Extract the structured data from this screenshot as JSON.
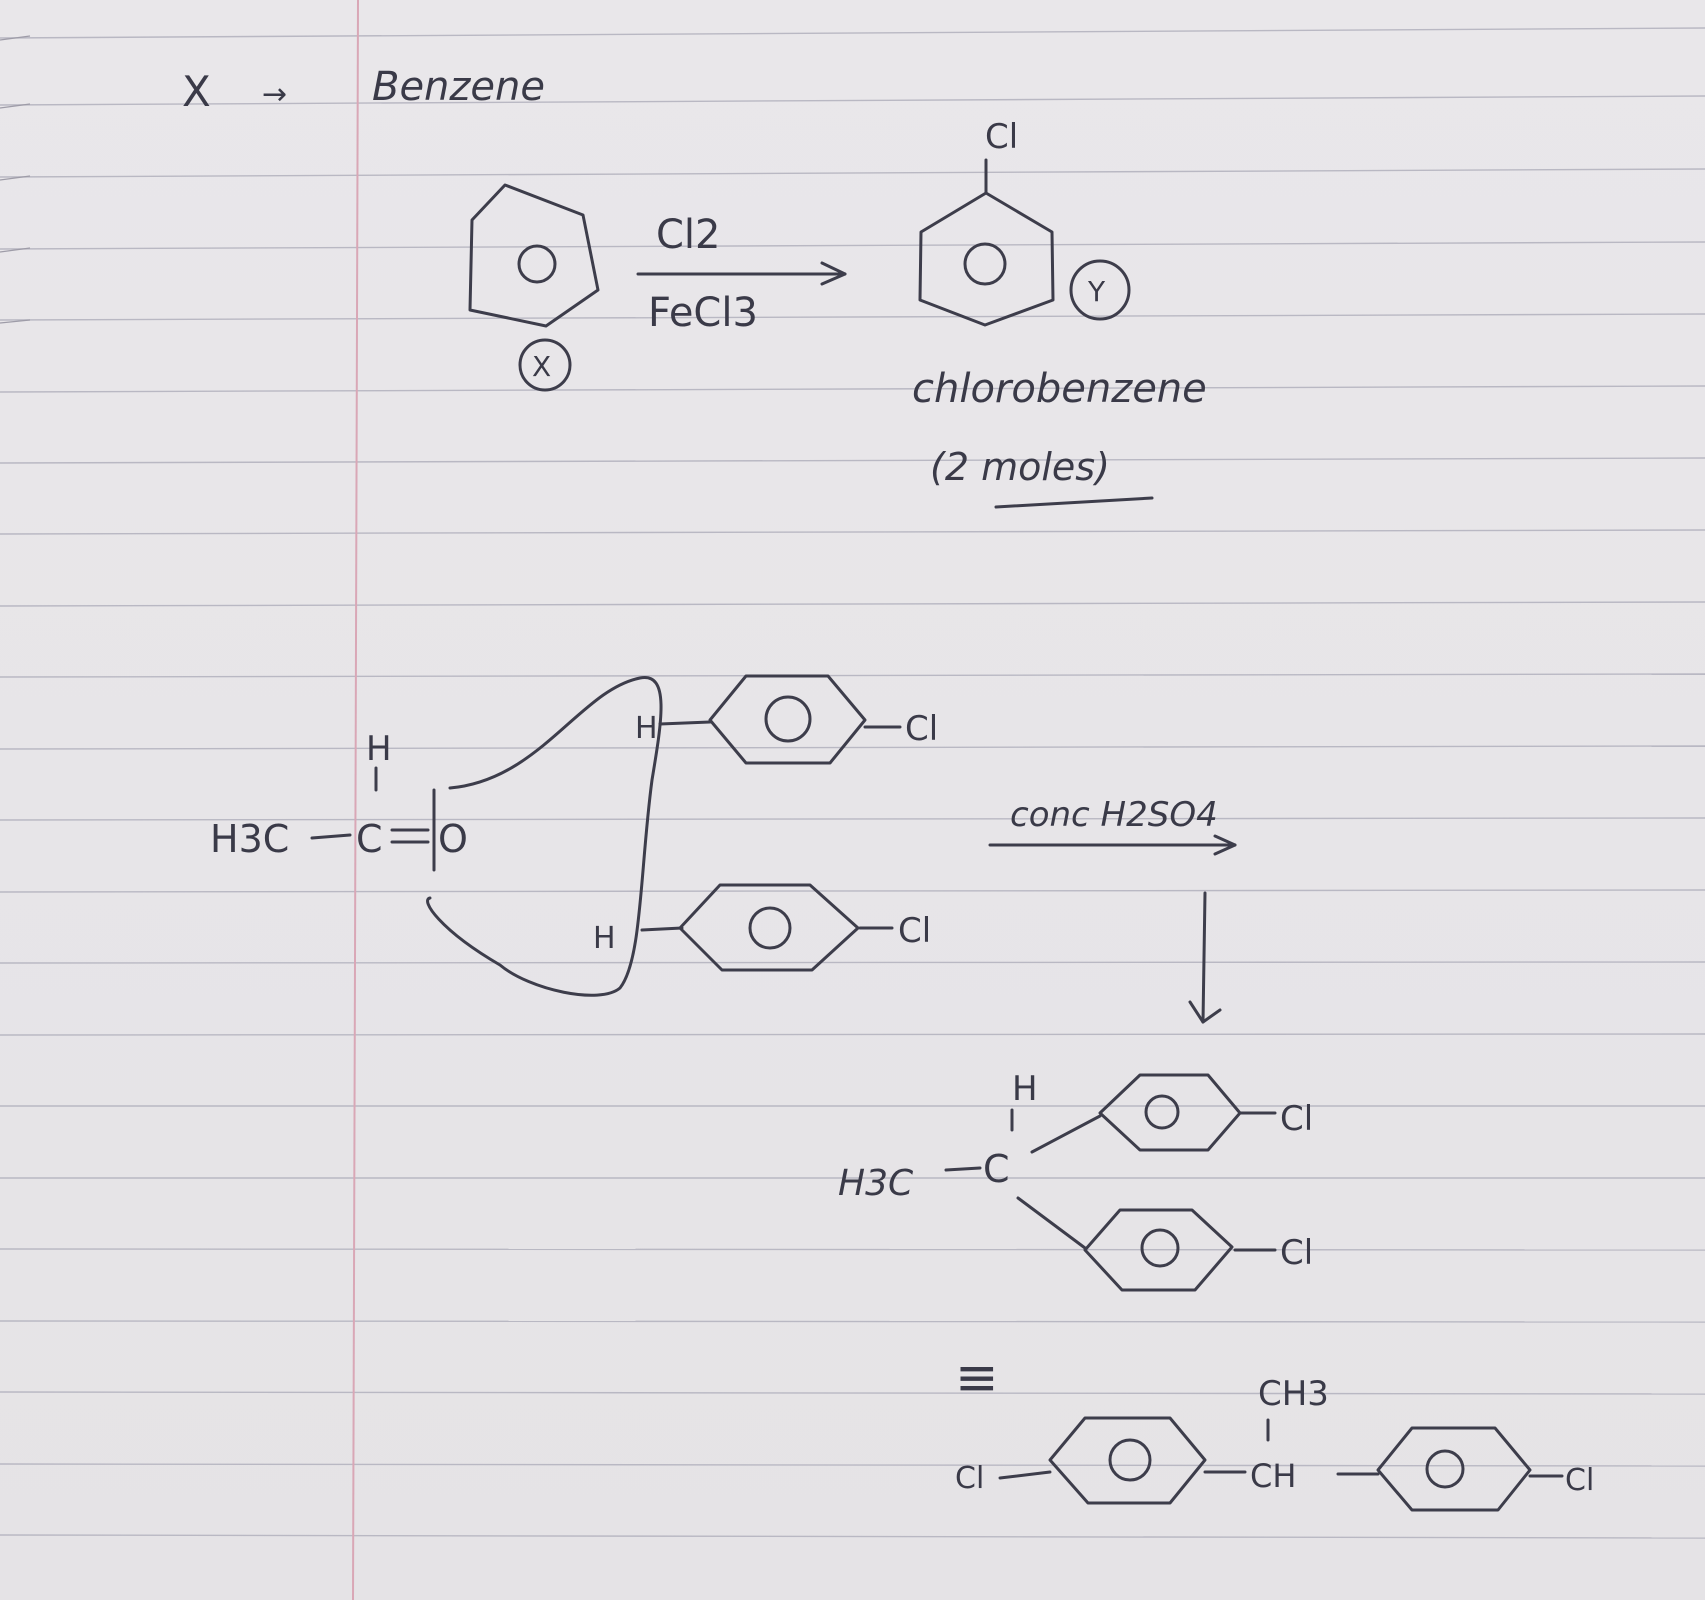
{
  "heading": {
    "x_label": "X",
    "arrow": "→",
    "text": "Benzene"
  },
  "reaction1": {
    "reagent_top": "Cl2",
    "reagent_bottom": "FeCl3",
    "reactant_tag": "X",
    "product_tag": "Y",
    "product_substituent": "Cl",
    "product_name": "chlorobenzene",
    "product_amount": "(2 moles)"
  },
  "reaction2": {
    "aldehyde": {
      "h_top": "H",
      "methyl": "H3C",
      "carbon": "C",
      "oxygen": "O"
    },
    "ring1": {
      "h": "H",
      "cl": "Cl"
    },
    "ring2": {
      "h": "H",
      "cl": "Cl"
    },
    "reagent": "conc H2SO4"
  },
  "product": {
    "h_top": "H",
    "methyl": "H3C",
    "carbon": "C",
    "ring1_cl": "Cl",
    "ring2_cl": "Cl"
  },
  "equivalent": {
    "symbol": "≡",
    "left_cl": "Cl",
    "ch3": "CH3",
    "ch": "CH",
    "right_cl": "Cl"
  }
}
